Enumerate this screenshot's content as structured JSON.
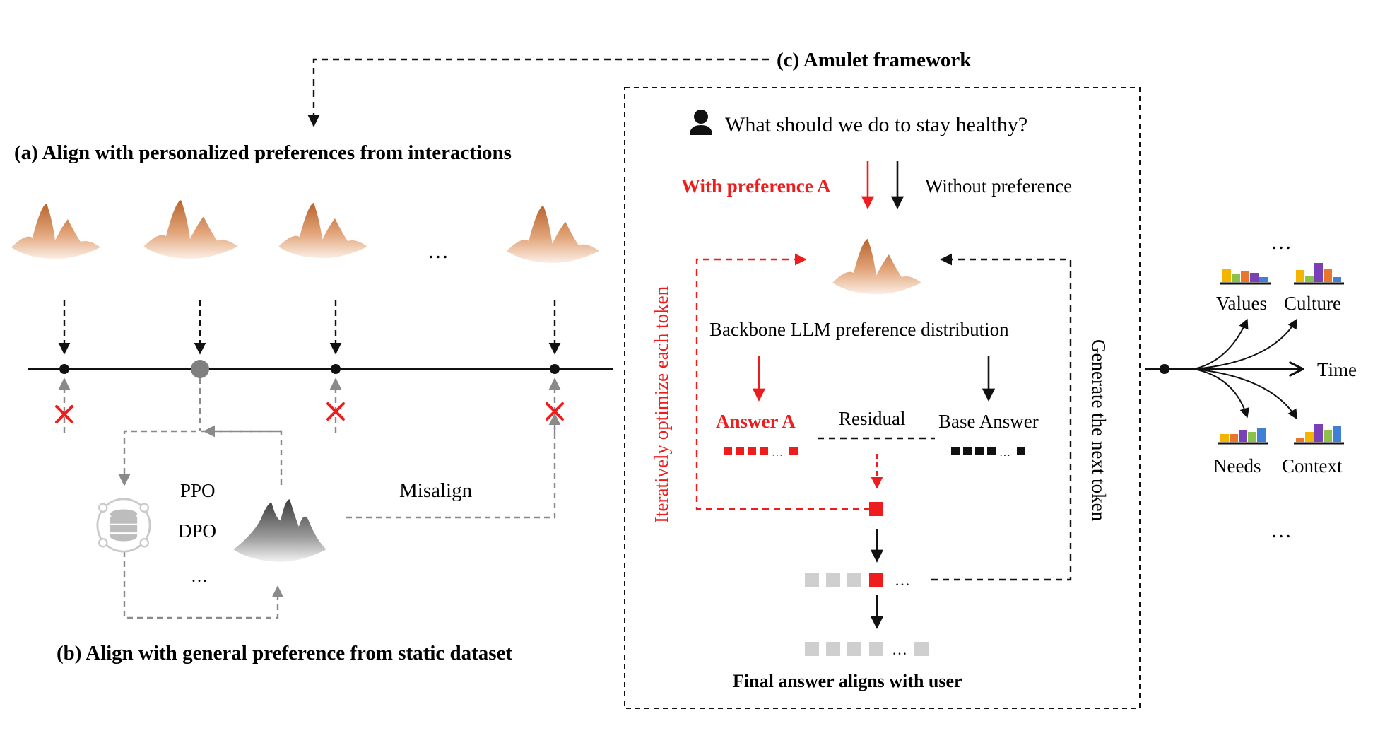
{
  "colors": {
    "accent_red": "#ee1c1c",
    "peak_brown": "#b8642d",
    "peak_gray": "#5a5a5a",
    "dash_gray": "#8a8a8a",
    "square_gray": "#cfcfcf",
    "bar_colors": [
      "#f4b400",
      "#8bc34a",
      "#e8762b",
      "#7b3fb8",
      "#3f7fd6"
    ]
  },
  "labels": {
    "framework_title": "(c) Amulet framework",
    "panel_a_title": "(a) Align with personalized preferences from interactions",
    "panel_b_title": "(b) Align with general preference from static dataset",
    "ellipsis": "…",
    "ppo": "PPO",
    "dpo": "DPO",
    "misalign": "Misalign",
    "question": "What should we do to stay healthy?",
    "with_preference": "With preference A",
    "without_preference": "Without preference",
    "backbone": "Backbone LLM preference distribution",
    "answer_a": "Answer A",
    "residual": "Residual",
    "base_answer": "Base Answer",
    "iterative": "Iteratively optimize each token",
    "generate_next": "Generate the next token",
    "final": "Final answer aligns with user",
    "time": "Time",
    "values": "Values",
    "culture": "Culture",
    "needs": "Needs",
    "context": "Context"
  },
  "icons": {
    "user": "user-icon",
    "database": "database-icon",
    "misaligned_mark": "red-cross-icon"
  }
}
